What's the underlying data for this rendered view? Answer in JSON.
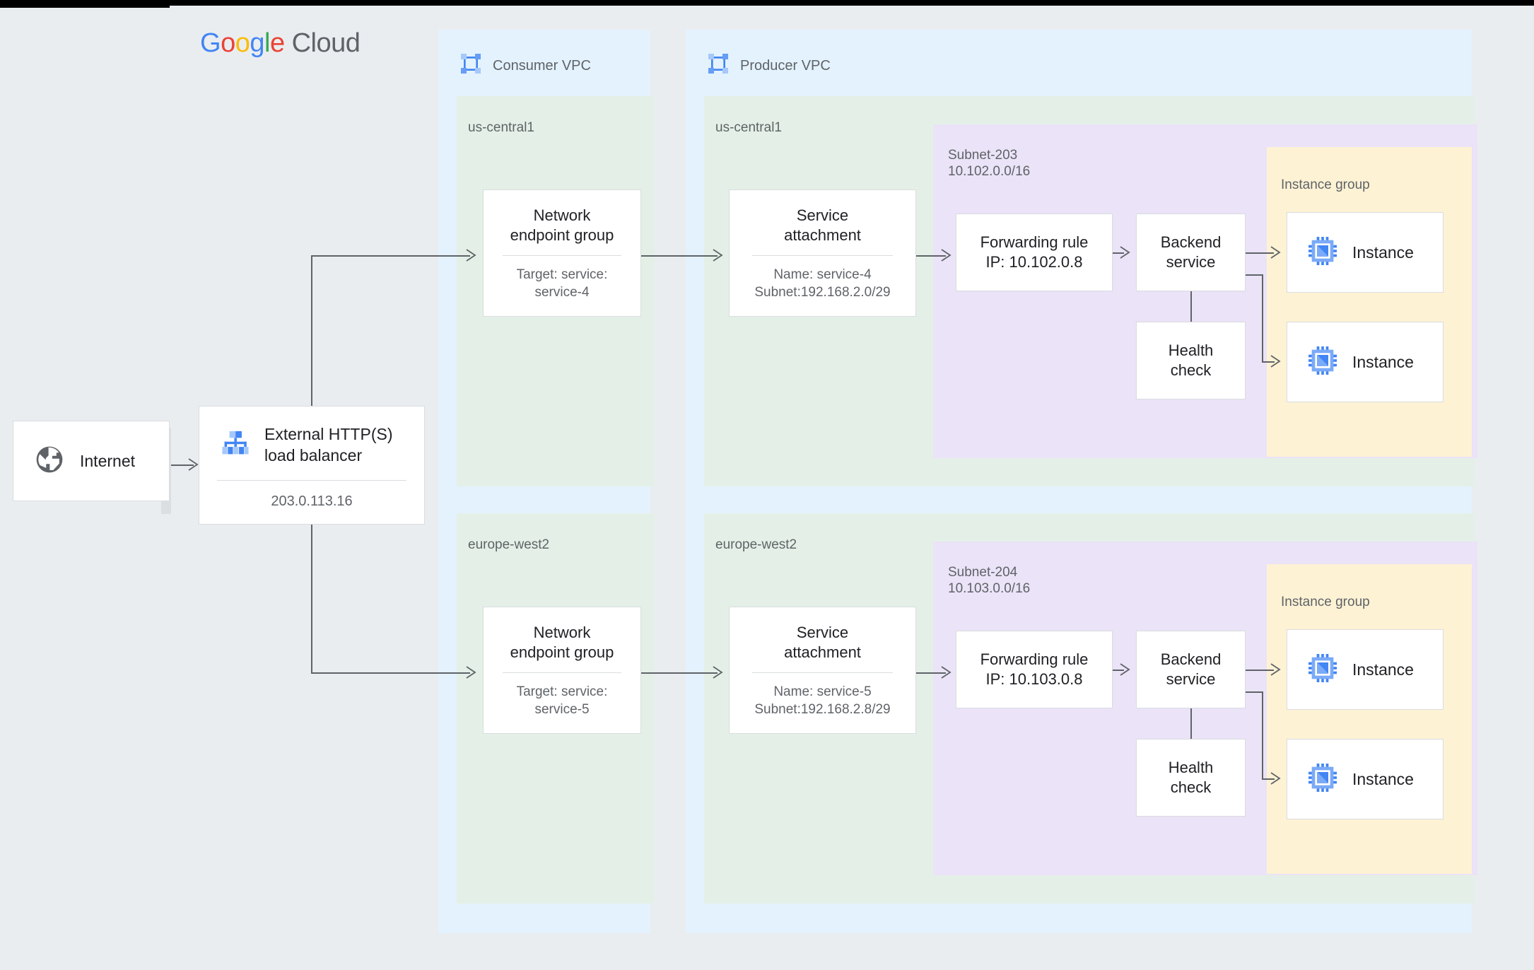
{
  "brand": {
    "logo_google": [
      "G",
      "o",
      "o",
      "g",
      "l",
      "e"
    ],
    "logo_cloud": "Cloud",
    "colors": {
      "blue": "#4285F4",
      "red": "#EA4335",
      "yellow": "#FBBC05",
      "green": "#34A853",
      "grey_text": "#5f6368",
      "vpc_bg": "#e3f2fd",
      "region_bg": "#e4f0e7",
      "subnet_bg": "#ebe3f7",
      "instance_group_bg": "#fdf2d4",
      "canvas_bg": "#eaedf0",
      "connector": "#5f6368"
    }
  },
  "internet": {
    "label": "Internet",
    "icon": "globe-icon"
  },
  "load_balancer": {
    "title": "External HTTP(S)\nload balancer",
    "ip": "203.0.113.16",
    "icon": "load-balancer-icon"
  },
  "consumer_vpc": {
    "title": "Consumer VPC",
    "icon": "vpc-icon",
    "regions": [
      {
        "name": "us-central1",
        "neg": {
          "title": "Network\nendpoint group",
          "sub": "Target: service:\nservice-4"
        }
      },
      {
        "name": "europe-west2",
        "neg": {
          "title": "Network\nendpoint group",
          "sub": "Target: service:\nservice-5"
        }
      }
    ]
  },
  "producer_vpc": {
    "title": "Producer VPC",
    "icon": "vpc-icon",
    "regions": [
      {
        "name": "us-central1",
        "service_attachment": {
          "title": "Service\nattachment",
          "sub": "Name: service-4\nSubnet:192.168.2.0/29"
        },
        "subnet": {
          "name": "Subnet-203",
          "cidr": "10.102.0.0/16",
          "forwarding_rule": "Forwarding rule\nIP: 10.102.0.8",
          "backend_service": "Backend\nservice",
          "health_check": "Health\ncheck",
          "instance_group": {
            "label": "Instance group",
            "instances": [
              {
                "label": "Instance",
                "icon": "instance-chip-icon"
              },
              {
                "label": "Instance",
                "icon": "instance-chip-icon"
              }
            ]
          }
        }
      },
      {
        "name": "europe-west2",
        "service_attachment": {
          "title": "Service\nattachment",
          "sub": "Name: service-5\nSubnet:192.168.2.8/29"
        },
        "subnet": {
          "name": "Subnet-204",
          "cidr": "10.103.0.0/16",
          "forwarding_rule": "Forwarding rule\nIP: 10.103.0.8",
          "backend_service": "Backend\nservice",
          "health_check": "Health\ncheck",
          "instance_group": {
            "label": "Instance group",
            "instances": [
              {
                "label": "Instance",
                "icon": "instance-chip-icon"
              },
              {
                "label": "Instance",
                "icon": "instance-chip-icon"
              }
            ]
          }
        }
      }
    ]
  }
}
